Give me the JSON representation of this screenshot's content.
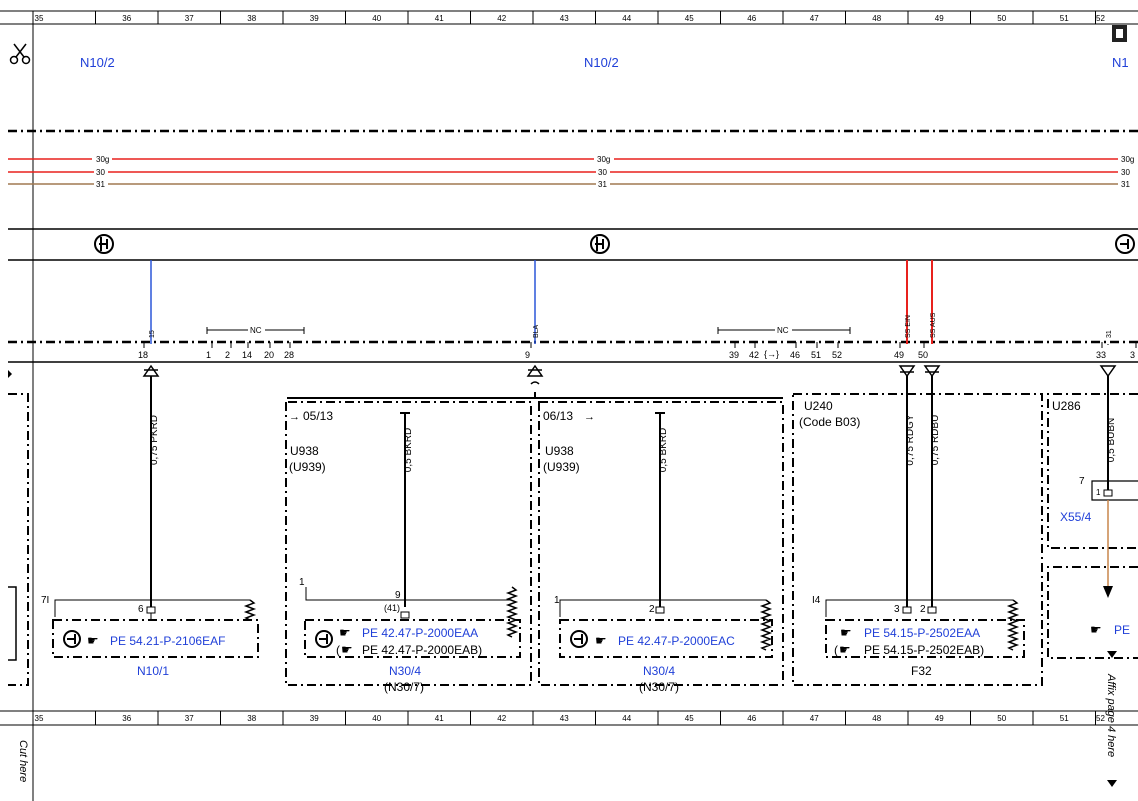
{
  "ruler": {
    "numbers": [
      "35",
      "36",
      "37",
      "38",
      "39",
      "40",
      "41",
      "42",
      "43",
      "44",
      "45",
      "46",
      "47",
      "48",
      "49",
      "50",
      "51",
      "52"
    ]
  },
  "header": {
    "module_left": "N10/2",
    "module_center": "N10/2",
    "module_right": "N1"
  },
  "bus_lines": [
    {
      "label": "30g",
      "color": "#e8211d"
    },
    {
      "label": "30",
      "color": "#e8211d"
    },
    {
      "label": "31",
      "color": "#a07850"
    }
  ],
  "connector_strip": {
    "pins": [
      "18",
      "1",
      "2",
      "14",
      "20",
      "28",
      "9",
      "39",
      "42",
      "46",
      "51",
      "52",
      "49",
      "50",
      "33",
      "3"
    ],
    "nc_label": "NC",
    "wire_tags": [
      "15",
      "BLA",
      "SS EIN",
      "SS AUS",
      "31"
    ]
  },
  "wires": [
    {
      "spec": "0,75 PKRD"
    },
    {
      "spec": "0,5 BKRD"
    },
    {
      "spec": "0,5 BKRD"
    },
    {
      "spec": "0,75 RDGY"
    },
    {
      "spec": "0,75 RDBU"
    },
    {
      "spec": "0,5 BUBN"
    }
  ],
  "blocks": [
    {
      "code": "",
      "code2": "",
      "pin_top": "6",
      "corner": "7I",
      "refs": [
        "PE 54.21-P-2106EAF"
      ],
      "comp": "N10/1",
      "comp2": ""
    },
    {
      "date": "05/13",
      "code": "U938",
      "code2": "(U939)",
      "pin_top": "9",
      "pin_sub": "(41)",
      "corner": "1",
      "refs": [
        "PE 42.47-P-2000EAA",
        "PE 42.47-P-2000EAB)"
      ],
      "ref_prefix": "(",
      "comp": "N30/4",
      "comp2": "(N30/7)"
    },
    {
      "date": "06/13",
      "code": "U938",
      "code2": "(U939)",
      "pin_top": "2",
      "corner": "1",
      "refs": [
        "PE 42.47-P-2000EAC"
      ],
      "comp": "N30/4",
      "comp2": "(N30/7)"
    },
    {
      "code": "U240",
      "code2": "(Code B03)",
      "pin_a": "3",
      "pin_b": "2",
      "corner": "I4",
      "refs": [
        "PE 54.15-P-2502EAA",
        "PE 54.15-P-2502EAB)"
      ],
      "ref_prefix": "(",
      "comp": "F32"
    },
    {
      "code": "U286",
      "connector": "X55/4",
      "pin_left": "7",
      "pin_in": "1",
      "ref_partial": "PE"
    }
  ],
  "margin": {
    "cut_here": "Cut here",
    "affix": "Affix page 4 here"
  },
  "colors": {
    "blue_text": "#1f3fd8",
    "blue_wire": "#2a55d8",
    "red_wire": "#e8211d",
    "brown_wire": "#c8864a"
  }
}
